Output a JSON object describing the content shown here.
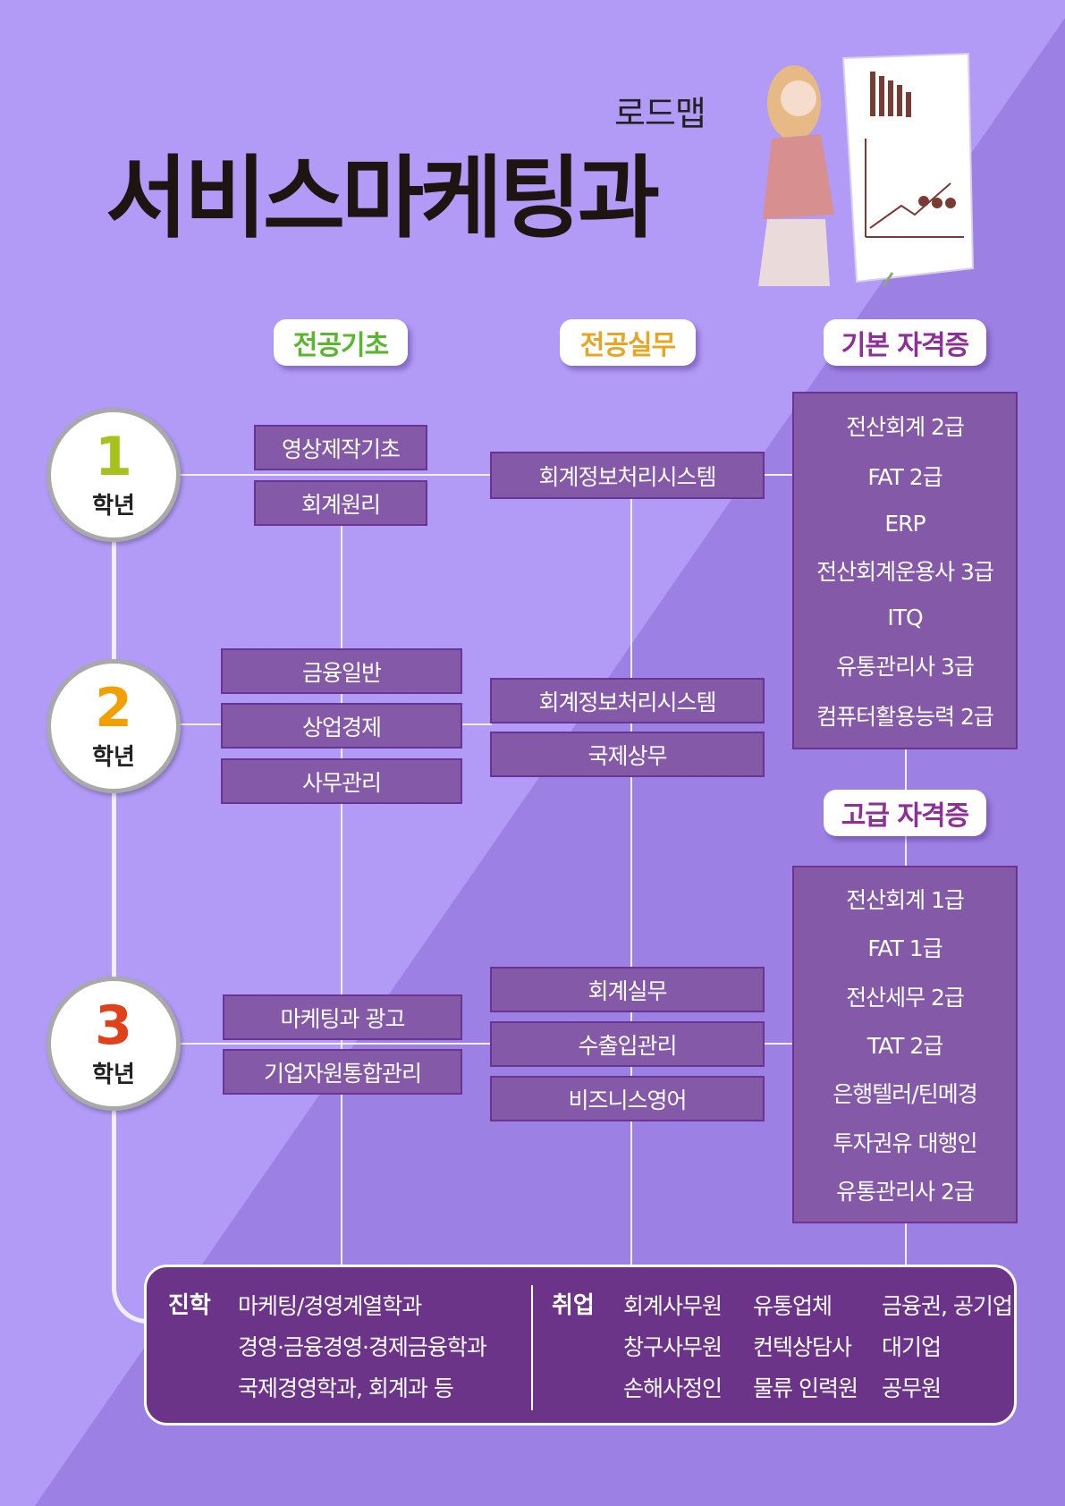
{
  "header": {
    "subtitle": "로드맵",
    "title": "서비스마케팅과"
  },
  "columns": {
    "basic": "전공기초",
    "practice": "전공실무",
    "cert_basic": "기본 자격증",
    "cert_advanced": "고급 자격증"
  },
  "colors": {
    "basic": "#5cb531",
    "practice": "#e8a524",
    "cert": "#8e2f97",
    "year1": "#a8c21c",
    "year2": "#f0a000",
    "year3": "#e0401a"
  },
  "years": [
    {
      "num": "1",
      "label": "학년",
      "basic": [
        "영상제작기초",
        "회계원리"
      ],
      "practice": [
        "회계정보처리시스템"
      ]
    },
    {
      "num": "2",
      "label": "학년",
      "basic": [
        "금융일반",
        "상업경제",
        "사무관리"
      ],
      "practice": [
        "회계정보처리시스템",
        "국제상무"
      ]
    },
    {
      "num": "3",
      "label": "학년",
      "basic": [
        "마케팅과 광고",
        "기업자원통합관리"
      ],
      "practice": [
        "회계실무",
        "수출입관리",
        "비즈니스영어"
      ]
    }
  ],
  "cert_basic": [
    "전산회계 2급",
    "FAT 2급",
    "ERP",
    "전산회계운용사 3급",
    "ITQ",
    "유통관리사 3급",
    "컴퓨터활용능력 2급"
  ],
  "cert_advanced": [
    "전산회계 1급",
    "FAT 1급",
    "전산세무 2급",
    "TAT 2급",
    "은행텔러/틴메경",
    "투자권유 대행인",
    "유통관리사 2급"
  ],
  "outcomes": {
    "further_study_label": "진학",
    "further_study": [
      "마케팅/경영계열학과",
      "경영·금융경영·경제금융학과",
      "국제경영학과, 회계과 등"
    ],
    "employment_label": "취업",
    "employment": [
      [
        "회계사무원",
        "유통업체",
        "금융권, 공기업"
      ],
      [
        "창구사무원",
        "컨텍상담사",
        "대기업"
      ],
      [
        "손해사정인",
        "물류 인력원",
        "공무원"
      ]
    ]
  }
}
